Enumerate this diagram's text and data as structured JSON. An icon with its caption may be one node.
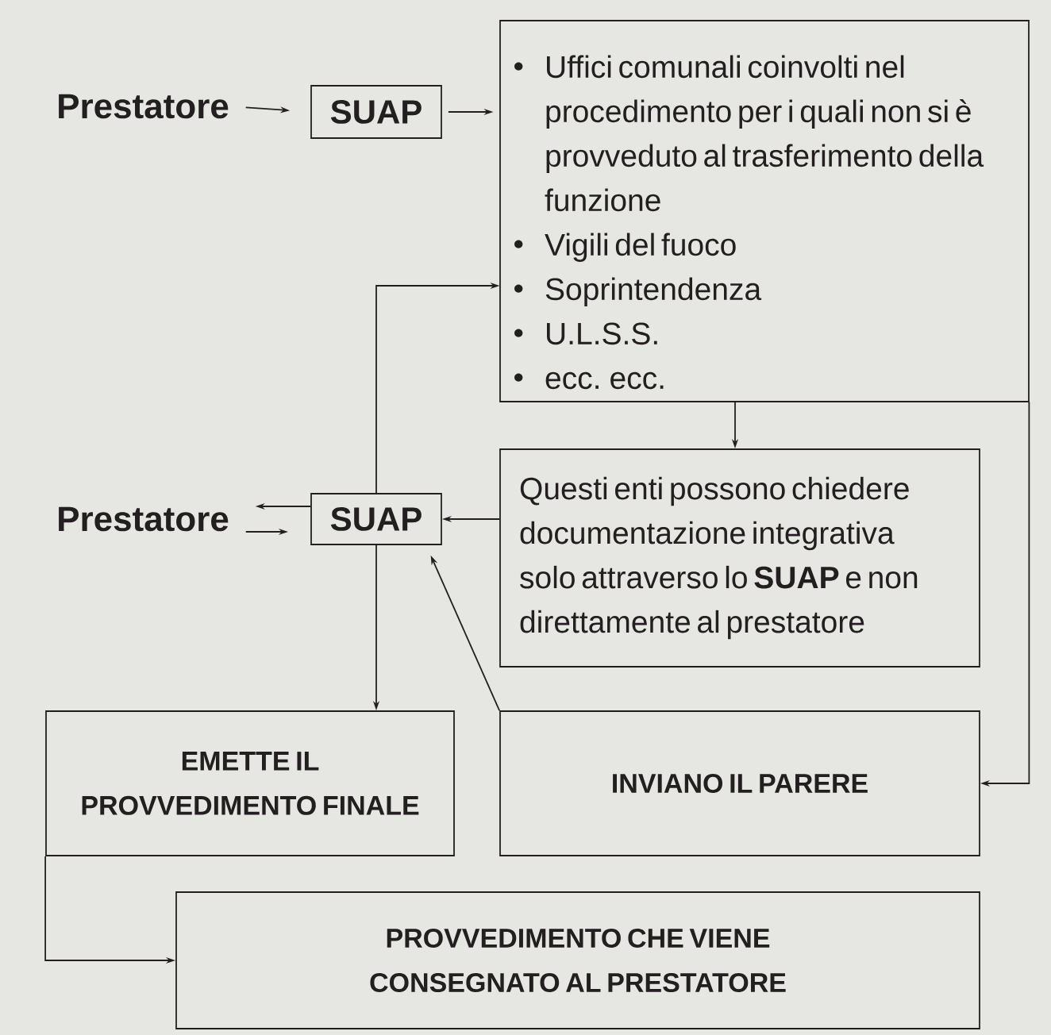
{
  "diagram": {
    "nodes": [
      {
        "text": [
          "Prestatore"
        ]
      },
      {
        "text": [
          "SUAP"
        ]
      },
      {
        "text": [
          "Uffici comunali coinvolti nel procedimento per i quali non si è provveduto al trasferimento della funzione",
          "Vigili del fuoco",
          "Soprintendenza",
          "U.L.S.S.",
          "ecc. ecc."
        ]
      },
      {
        "text": [
          "Prestatore"
        ]
      },
      {
        "text": [
          "SUAP"
        ]
      },
      {
        "text": [
          "Questi enti possono chiedere documentazione integrativa solo attraverso lo **SUAP** e non direttamente al prestatore"
        ]
      },
      {
        "text": [
          "EMETTE IL PROVVEDIMENTO FINALE"
        ]
      },
      {
        "text": [
          "INVIANO IL PARERE"
        ]
      },
      {
        "text": [
          "PROVVEDIMENTO CHE VIENE CONSEGNATO AL PRESTATORE"
        ]
      }
    ],
    "edges": [
      {
        "from": 0,
        "to": 1,
        "arrow": "to"
      },
      {
        "from": 1,
        "to": 2,
        "arrow": "to"
      },
      {
        "from": 4,
        "to": 3,
        "arrow": "to"
      },
      {
        "from": 3,
        "to": 4,
        "arrow": "to"
      },
      {
        "from": 4,
        "to": 2,
        "arrow": "to"
      },
      {
        "from": 2,
        "to": 5,
        "arrow": "to"
      },
      {
        "from": 5,
        "to": 4,
        "arrow": "to"
      },
      {
        "from": 7,
        "to": 4,
        "arrow": "to"
      },
      {
        "from": 2,
        "to": 7,
        "arrow": "to"
      },
      {
        "from": 4,
        "to": 6,
        "arrow": "to"
      },
      {
        "from": 6,
        "to": 8,
        "arrow": "to"
      }
    ]
  }
}
